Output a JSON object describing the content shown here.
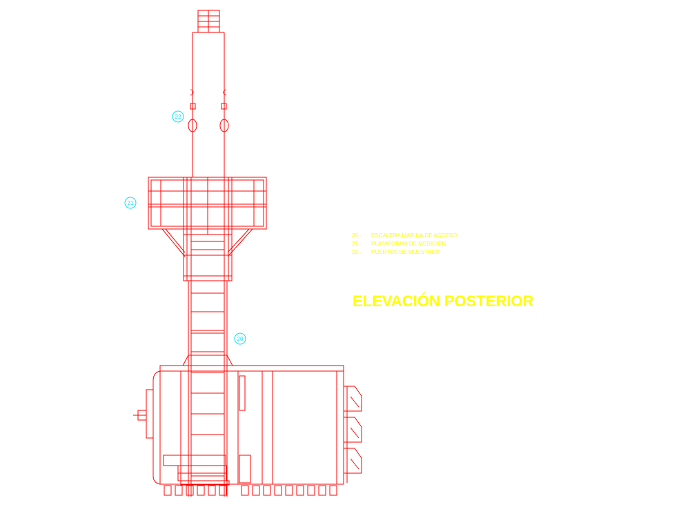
{
  "colors": {
    "background": "#ffffff",
    "structure": "#ff0000",
    "tag": "#00e5ff",
    "text": "#ffff00"
  },
  "title": "ELEVACIÓN POSTERIOR",
  "legend": [
    {
      "num": "20.-",
      "text": "ESCALERA MARINA DE ACCESO"
    },
    {
      "num": "21.-",
      "text": "PLATAFORMA DE MEDICIÓN"
    },
    {
      "num": "22.-",
      "text": "PUERTOS DE MUESTREO"
    }
  ],
  "tags": [
    {
      "id": "tag-22",
      "label": "22"
    },
    {
      "id": "tag-21",
      "label": "21"
    },
    {
      "id": "tag-20",
      "label": "20"
    }
  ]
}
